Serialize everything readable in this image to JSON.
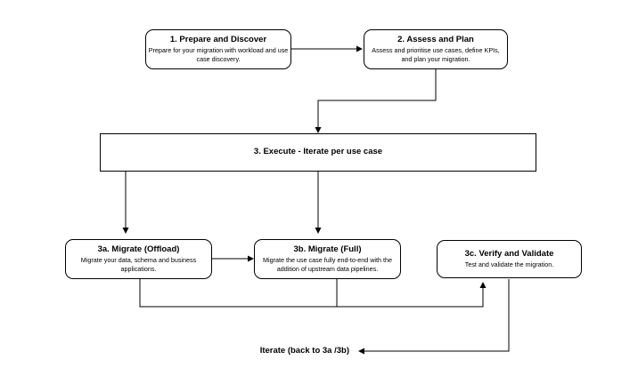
{
  "diagram_type": "flowchart",
  "colors": {
    "background": "#ffffff",
    "node_fill": "#ffffff",
    "node_border": "#000000",
    "connector": "#000000",
    "text": "#000000"
  },
  "nodes": {
    "prepare": {
      "title": "1. Prepare and Discover",
      "body": "Prepare for your migration with workload and use case discovery."
    },
    "assess": {
      "title": "2. Assess and Plan",
      "body": "Assess and prioritise use cases, define KPIs, and plan your migration."
    },
    "execute": {
      "title": "3. Execute - Iterate per use case"
    },
    "offload": {
      "title": "3a. Migrate (Offload)",
      "body": "Migrate your data, schema and business applications."
    },
    "full": {
      "title": "3b. Migrate (Full)",
      "body": "Migrate the use case fully end-to-end with the addition of upstream data pipelines."
    },
    "verify": {
      "title": "3c. Verify and Validate",
      "body": "Test and validate the migration."
    }
  },
  "floating_labels": {
    "iterate": "Iterate (back to 3a /3b)"
  },
  "connectors": [
    {
      "from": "prepare",
      "to": "assess"
    },
    {
      "from": "assess",
      "to": "execute"
    },
    {
      "from": "execute",
      "to": "offload"
    },
    {
      "from": "execute",
      "to": "full"
    },
    {
      "from": "offload",
      "to": "full"
    },
    {
      "from": "offload",
      "to": "verify"
    },
    {
      "from": "full",
      "to": "verify"
    },
    {
      "from": "verify",
      "to": "iterate-label"
    }
  ]
}
